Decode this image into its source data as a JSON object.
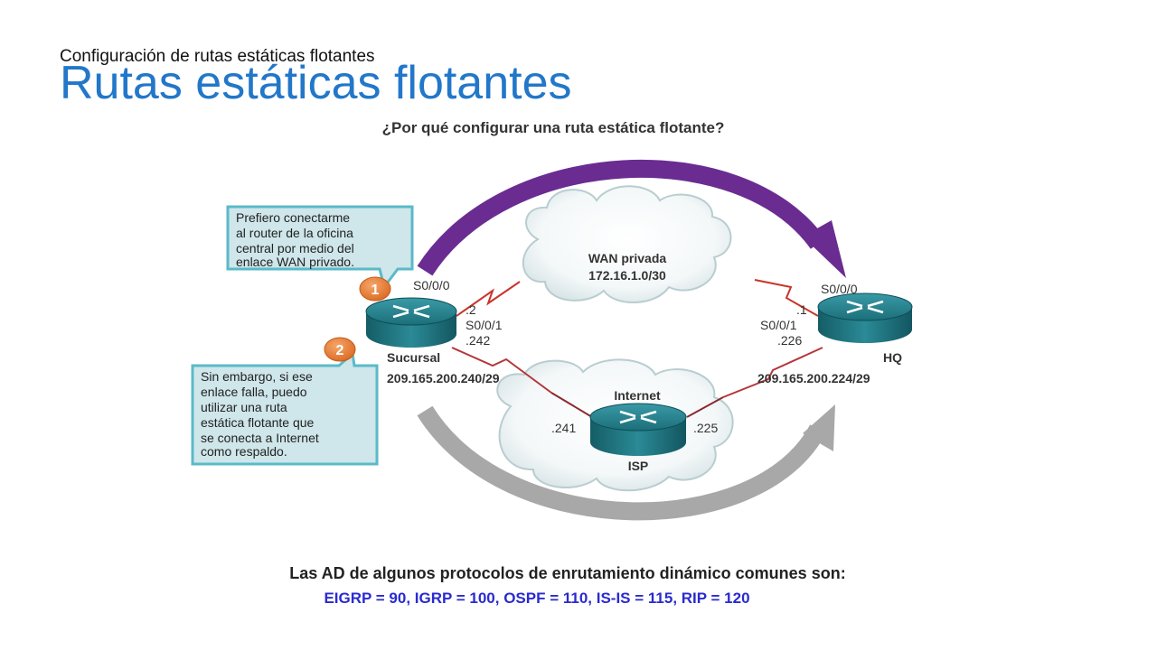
{
  "header": {
    "subtitle": "Configuración de rutas estáticas flotantes",
    "title": "Rutas estáticas flotantes"
  },
  "diagram": {
    "question": "¿Por qué configurar una ruta estática flotante?",
    "callout1": {
      "number": "1",
      "lines": [
        "Prefiero conectarme",
        "al router de la oficina",
        "central por medio del",
        "enlace WAN privado."
      ]
    },
    "callout2": {
      "number": "2",
      "lines": [
        "Sin embargo, si ese",
        "enlace falla, puedo",
        "utilizar una ruta",
        "estática flotante que",
        "se conecta a Internet",
        "como respaldo."
      ]
    },
    "wan_cloud": {
      "name": "WAN privada",
      "network": "172.16.1.0/30"
    },
    "internet_cloud": {
      "name": "Internet"
    },
    "routers": {
      "sucursal": {
        "name": "Sucursal",
        "network": "209.165.200.240/29",
        "s000": "S0/0/0",
        "s000_ip": ".2",
        "s001": "S0/0/1",
        "s001_ip": ".242"
      },
      "hq": {
        "name": "HQ",
        "network": "209.165.200.224/29",
        "s000": "S0/0/0",
        "s000_ip": ".1",
        "s001": "S0/0/1",
        "s001_ip": ".226"
      },
      "isp": {
        "name": "ISP",
        "left_ip": ".241",
        "right_ip": ".225"
      }
    },
    "colors": {
      "primary_arrow": "#6a2c91",
      "backup_arrow": "#a8a8a8",
      "callout_fill": "#cfe6ea",
      "callout_border": "#5bbac8",
      "badge": "#e8803a",
      "router": "#1e7e88"
    }
  },
  "footer": {
    "ad_intro": "Las AD de algunos protocolos de enrutamiento dinámico comunes son:",
    "ad_values": "EIGRP = 90, IGRP = 100, OSPF = 110, IS-IS = 115, RIP = 120"
  }
}
